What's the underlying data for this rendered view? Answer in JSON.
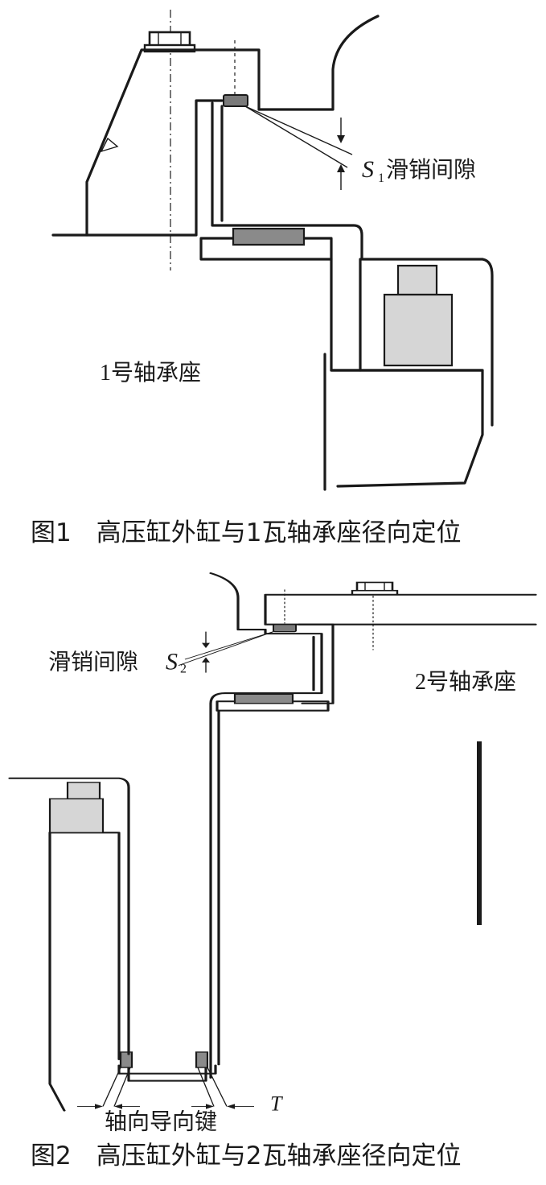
{
  "figure1": {
    "caption": "图1　高压缸外缸与1瓦轴承座径向定位",
    "bearing_label": "1号轴承座",
    "gap_label_symbol": "S",
    "gap_label_subscript": "1",
    "gap_label_text": "滑销间隙"
  },
  "figure2": {
    "caption": "图2　高压缸外缸与2瓦轴承座径向定位",
    "bearing_label": "2号轴承座",
    "gap_label_text": "滑销间隙",
    "gap_label_symbol": "S",
    "gap_label_subscript": "2",
    "key_label": "轴向导向键",
    "t_label": "T"
  }
}
